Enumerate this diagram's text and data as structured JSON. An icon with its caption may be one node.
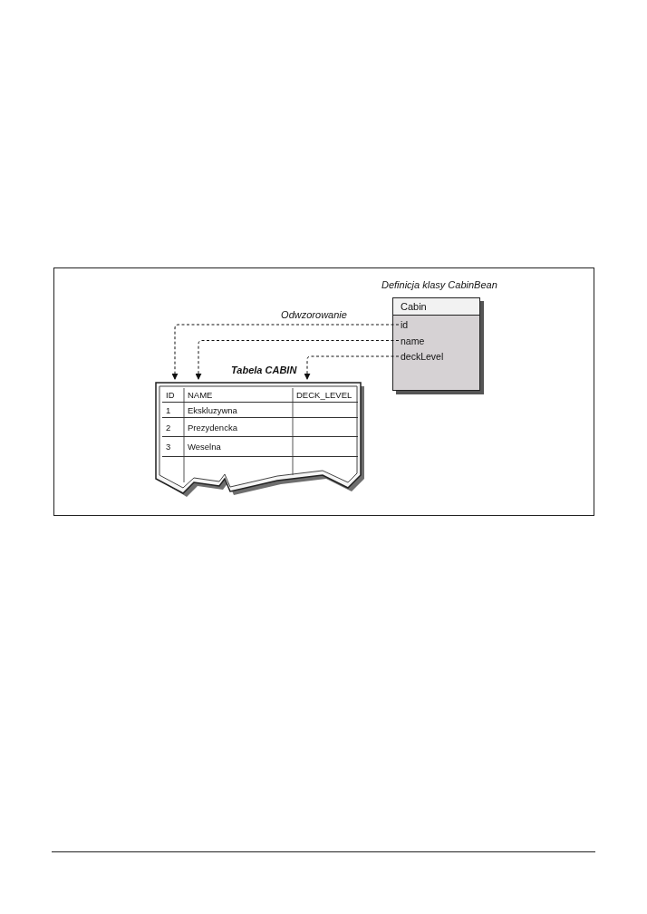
{
  "diagram": {
    "nodes": [
      {
        "text": [
          "Definicja klasy CabinBean",
          "Cabin"
        ]
      },
      {
        "text": [
          "id"
        ],
        "in": 0
      },
      {
        "text": [
          "name"
        ],
        "in": 0
      },
      {
        "text": [
          "deckLevel"
        ],
        "in": 0
      },
      {
        "text": [
          "Tabela CABIN"
        ]
      },
      {
        "text": [
          "ID"
        ],
        "in": 4
      },
      {
        "text": [
          "NAME"
        ],
        "in": 4
      },
      {
        "text": [
          "DECK_LEVEL"
        ],
        "in": 4
      }
    ],
    "edges": [
      {
        "from": 1,
        "to": 5,
        "arrow": "to",
        "style": "dashed",
        "label": "Odwzorowanie"
      },
      {
        "from": 2,
        "to": 6,
        "arrow": "to",
        "style": "dashed"
      },
      {
        "from": 3,
        "to": 7,
        "arrow": "to",
        "style": "dashed"
      }
    ],
    "labels": [
      "1",
      "Ekskluzywna",
      "2",
      "Prezydencka",
      "3",
      "Weselna"
    ]
  }
}
